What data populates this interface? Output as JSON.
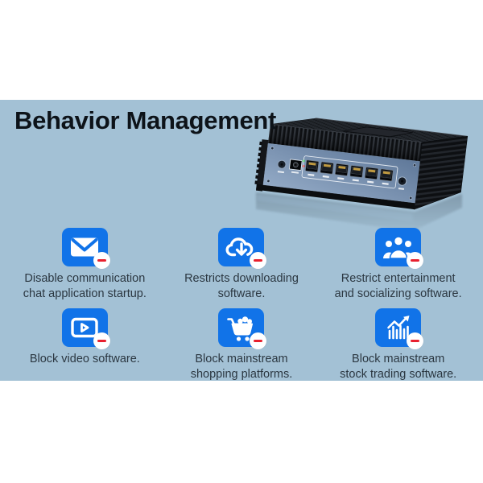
{
  "page": {
    "background": "#ffffff"
  },
  "banner": {
    "background_color": "#a3c1d5",
    "title": "Behavior Management",
    "title_color": "#0d1319"
  },
  "product": {
    "description": "black fanless mini pc with blue front panel",
    "ethernet_ports": 6,
    "panel_color": "#7e96b5",
    "chassis_color": "#16181c"
  },
  "colors": {
    "icon_background": "#1173e8",
    "badge_background": "#ffffff",
    "badge_minus": "#e8202e",
    "caption_text": "#2b3741"
  },
  "features": [
    {
      "icon": "mail-blocked-icon",
      "lines": [
        "Disable communication",
        "chat application startup."
      ]
    },
    {
      "icon": "cloud-download-blocked-icon",
      "lines": [
        "Restricts downloading",
        "software."
      ]
    },
    {
      "icon": "social-users-blocked-icon",
      "lines": [
        "Restrict entertainment",
        "and socializing software."
      ]
    },
    {
      "icon": "video-blocked-icon",
      "lines": [
        "Block video software."
      ]
    },
    {
      "icon": "shopping-cart-blocked-icon",
      "lines": [
        "Block mainstream",
        "shopping platforms."
      ]
    },
    {
      "icon": "stock-chart-blocked-icon",
      "lines": [
        "Block mainstream",
        "stock trading software."
      ]
    }
  ]
}
